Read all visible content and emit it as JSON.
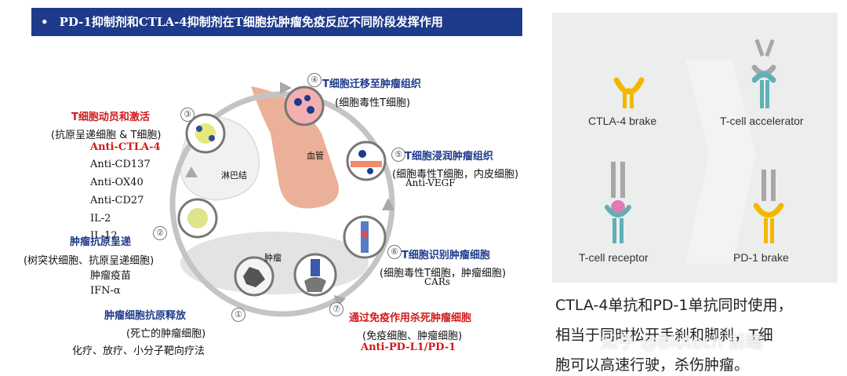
{
  "header": {
    "bullet": "•",
    "title": "PD-1抑制剂和CTLA-4抑制剂在T细胞抗肿瘤免疫反应不同阶段发挥作用"
  },
  "steps": {
    "s1": {
      "num": "①",
      "title": "肿瘤细胞抗原释放",
      "sub": "(死亡的肿瘤细胞)",
      "note": "化疗、放疗、小分子靶向疗法"
    },
    "s2": {
      "num": "②",
      "title": "肿瘤抗原呈递",
      "sub": "(树突状细胞、抗原呈递细胞)",
      "items": [
        "肿瘤疫苗",
        "IFN-α"
      ]
    },
    "s3": {
      "num": "③",
      "title": "T细胞动员和激活",
      "sub": "(抗原呈递细胞 & T细胞)",
      "drug": "Anti-CTLA-4",
      "items": [
        "Anti-CD137",
        "Anti-OX40",
        "Anti-CD27",
        "IL-2",
        "IL-12"
      ]
    },
    "s4": {
      "num": "④",
      "title": "T细胞迁移至肿瘤组织",
      "sub": "(细胞毒性T细胞)"
    },
    "s5": {
      "num": "⑤",
      "title": "T细胞浸润肿瘤组织",
      "sub": "(细胞毒性T细胞，内皮细胞)",
      "drug": "Anti-VEGF"
    },
    "s6": {
      "num": "⑥",
      "title": "T细胞识别肿瘤细胞",
      "sub": "(细胞毒性T细胞，肿瘤细胞)",
      "drug": "CARs"
    },
    "s7": {
      "num": "⑦",
      "title": "通过免疫作用杀死肿瘤细胞",
      "sub": "(免疫细胞、肿瘤细胞)",
      "drug": "Anti-PD-L1/PD-1"
    }
  },
  "labels": {
    "lymph": "淋巴结",
    "vessel": "血管",
    "tumor": "肿瘤"
  },
  "panel": {
    "ctla4": "CTLA-4 brake",
    "accel": "T-cell accelerator",
    "tcr": "T-cell receptor",
    "pd1": "PD-1 brake"
  },
  "caption": [
    "CTLA-4单抗和PD-1单抗同时使用，",
    "相当于同时松开手刹和脚刹，T细",
    "胞可以高速行驶，杀伤肿瘤。"
  ],
  "watermark": "知乎 @Biotech 前瞻",
  "colors": {
    "banner": "#1e3a8a",
    "red": "#d11a1a",
    "blue": "#1e3a8a",
    "yellow": "#f2b800",
    "teal": "#5fb0b7"
  }
}
